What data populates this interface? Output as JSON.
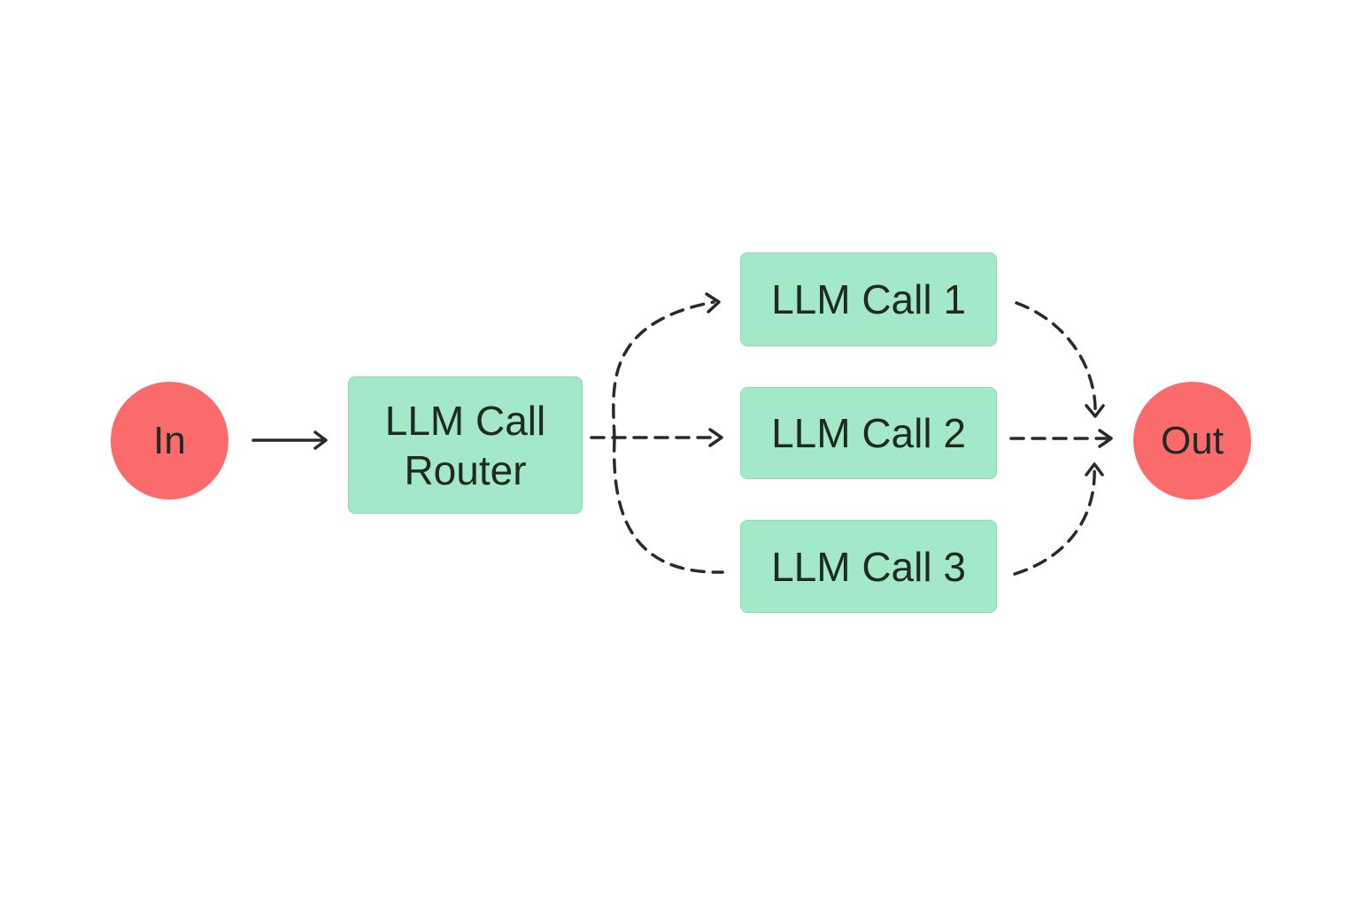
{
  "nodes": {
    "in": "In",
    "router_line1": "LLM Call",
    "router_line2": "Router",
    "call_1": "LLM Call 1",
    "call_2": "LLM Call 2",
    "call_3": "LLM Call 3",
    "out": "Out"
  },
  "colors": {
    "terminal_fill": "#fb6b6b",
    "llm_box_fill": "#a3e8c7",
    "edge_stroke": "#2a2a2a"
  }
}
